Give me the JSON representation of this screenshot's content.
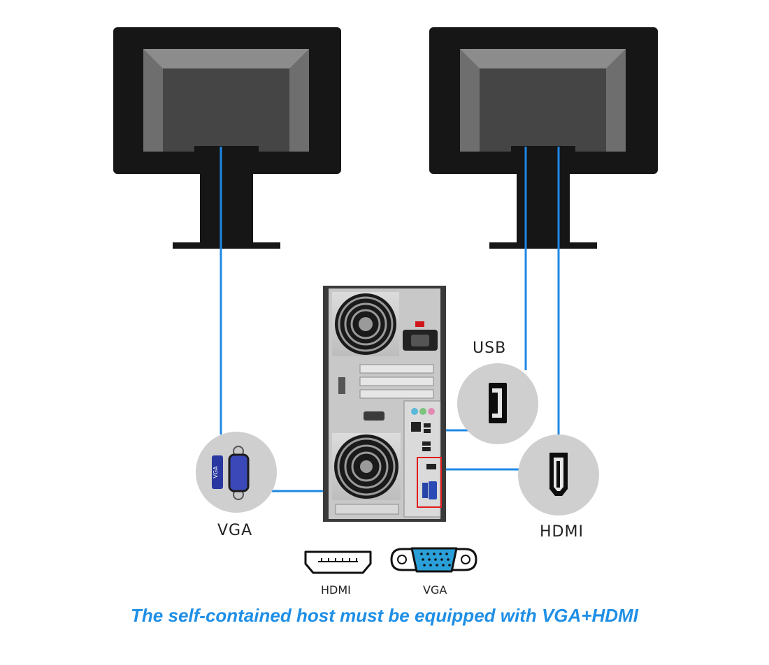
{
  "labels": {
    "usb": "USB",
    "vga": "VGA",
    "hdmi": "HDMI",
    "legend_hdmi": "HDMI",
    "legend_vga": "VGA",
    "vga_badge": "VGA"
  },
  "caption": "The self-contained host must be equipped with VGA+HDMI",
  "colors": {
    "cable": "#1e88e5",
    "caption": "#1f8fe6",
    "monitor_frame": "#161616",
    "highlight_box": "#e11b1b",
    "vga_connector": "#2a9fd8"
  },
  "icons": [
    "left-monitor-icon",
    "right-monitor-icon",
    "pc-tower-icon",
    "vga-port-icon",
    "usb-port-icon",
    "hdmi-port-icon",
    "hdmi-connector-icon",
    "vga-connector-icon"
  ]
}
